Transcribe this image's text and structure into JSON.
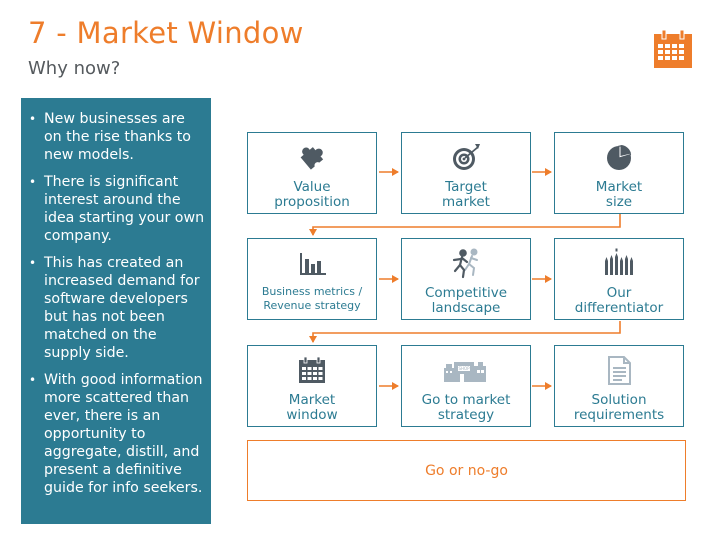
{
  "header": {
    "title": "7 - Market Window",
    "subtitle": "Why now?",
    "corner_icon": "calendar-icon"
  },
  "sidebar": {
    "bullets": [
      "New businesses are on the rise thanks to new models.",
      "There is significant interest around the idea starting your own company.",
      "This has created an increased demand for software developers but has not been matched on the supply side.",
      "With good information more scattered than ever, there is an opportunity to aggregate, distill, and present a definitive guide for info seekers."
    ]
  },
  "flow": {
    "steps": [
      {
        "label": "Value\nproposition",
        "icon": "puzzle-icon"
      },
      {
        "label": "Target\nmarket",
        "icon": "target-icon"
      },
      {
        "label": "Market\nsize",
        "icon": "pie-chart-icon"
      },
      {
        "label": "Business metrics /\nRevenue strategy",
        "icon": "bar-chart-icon"
      },
      {
        "label": "Competitive\nlandscape",
        "icon": "runners-icon"
      },
      {
        "label": "Our\ndifferentiator",
        "icon": "pencils-icon"
      },
      {
        "label": "Market\nwindow",
        "icon": "calendar-icon"
      },
      {
        "label": "Go to market\nstrategy",
        "icon": "shop-icon"
      },
      {
        "label": "Solution\nrequirements",
        "icon": "document-icon"
      }
    ],
    "decision": "Go or no-go"
  },
  "colors": {
    "accent": "#ee7d2b",
    "teal": "#2c7b92",
    "icon_gray": "#4f5a63",
    "icon_light": "#a9b7c2"
  }
}
